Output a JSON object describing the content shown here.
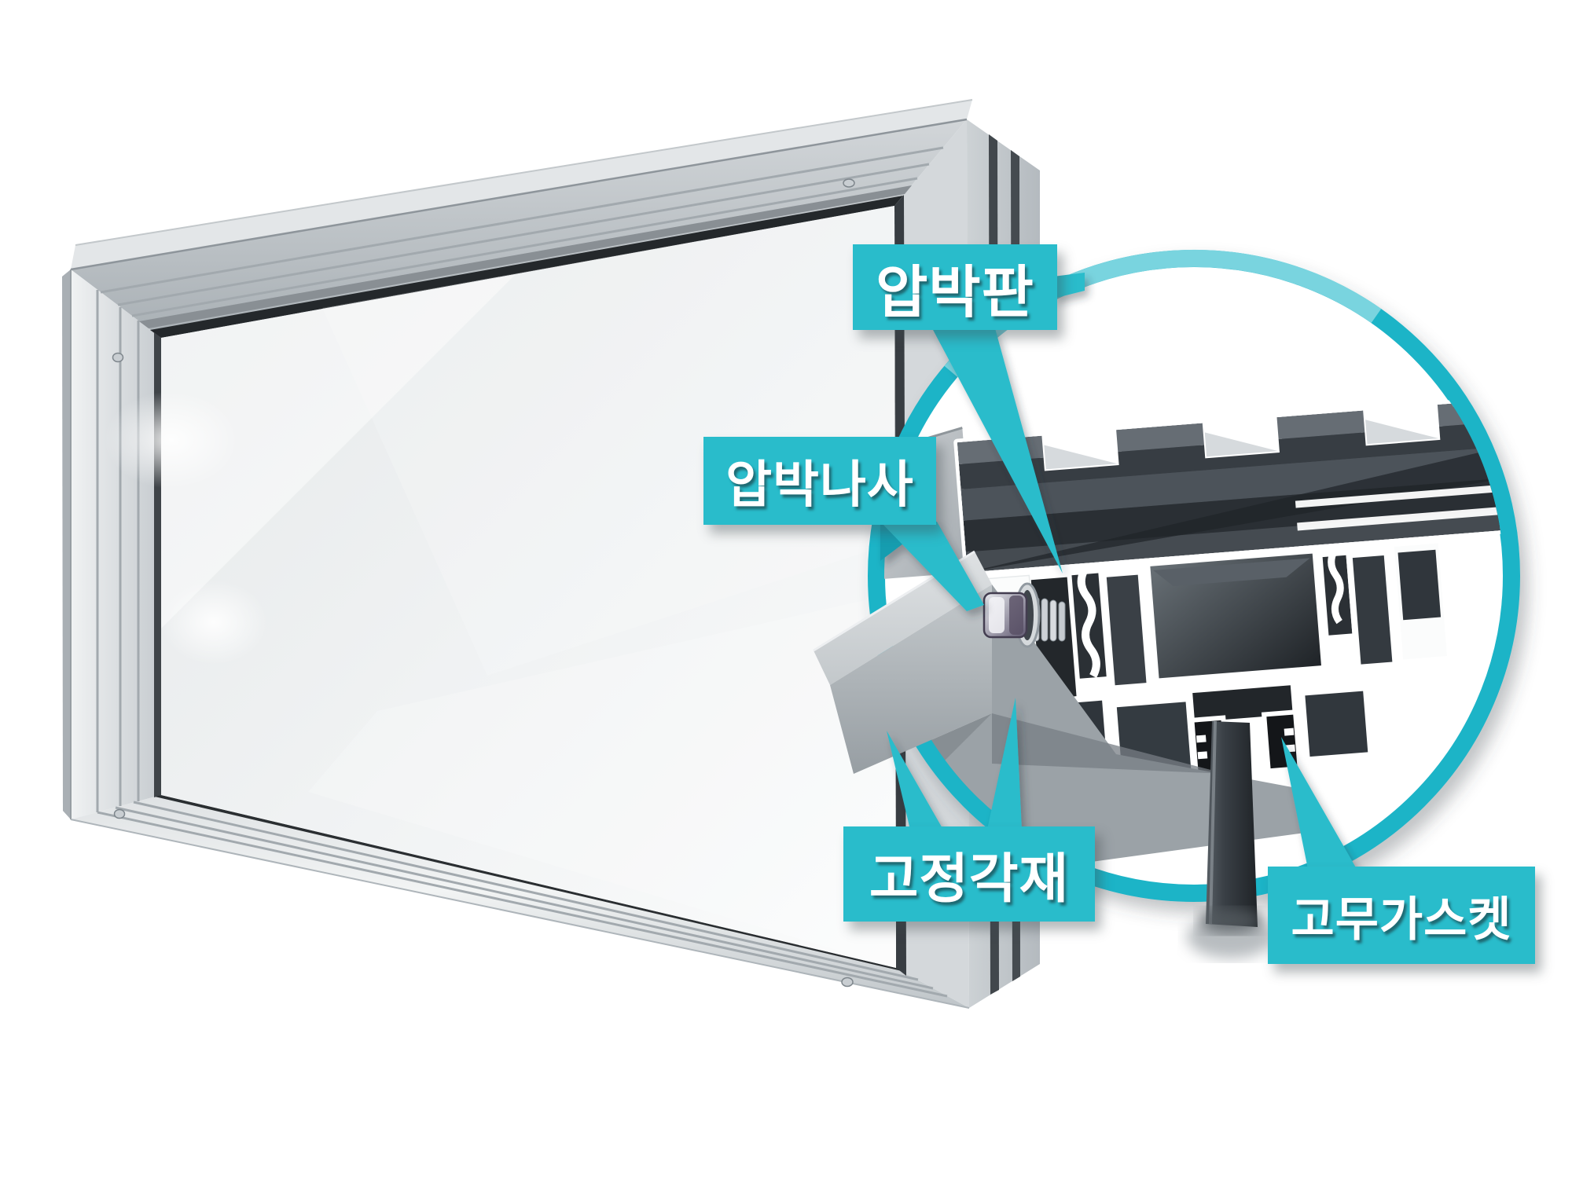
{
  "diagram": {
    "labels": [
      {
        "id": "pressure-plate",
        "text": "압박판"
      },
      {
        "id": "pressure-screw",
        "text": "압박나사"
      },
      {
        "id": "fixing-lumber",
        "text": "고정각재"
      },
      {
        "id": "rubber-gasket",
        "text": "고무가스켓"
      }
    ],
    "colors": {
      "accent_teal": "#29BCCB",
      "accent_teal_dark": "#149DB0",
      "ring_teal": "#1FB4C7",
      "ring_highlight": "#7ED6E0",
      "background": "#FFFFFF",
      "frame_silver": "#D6DADD",
      "profile_dark": "#2E3338"
    }
  }
}
